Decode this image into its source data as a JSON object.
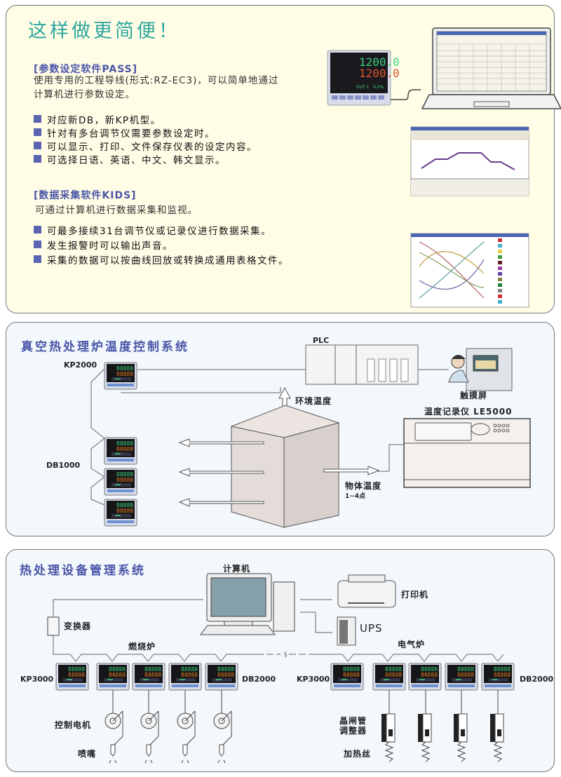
{
  "page": {
    "headline": "这样做更简便！",
    "pass": {
      "heading": "[参数设定软件PASS]",
      "desc_line1": "使用专用的工程导线(形式:RZ-EC3)，可以简单地通过",
      "desc_line2": "计算机进行参数设定。",
      "bullets": [
        "对应新DB，新KP机型。",
        "针对有多台调节仪需要参数设定时。",
        "可以显示、打印、文件保存仪表的设定内容。",
        "可选择日语、英语、中文、韩文显示。"
      ],
      "controller_display": {
        "pv": "1200.0",
        "sv": "1200.0",
        "out": "OUT 1",
        "pct": "0.0%"
      }
    },
    "kids": {
      "heading": "[数据采集软件KIDS]",
      "desc": "可通过计算机进行数据采集和监视。",
      "bullets": [
        "可最多接续31台调节仪或记录仪进行数据采集。",
        "发生报警时可以输出声音。",
        "采集的数据可以按曲线回放或转换成通用表格文件。"
      ]
    }
  },
  "vacuum": {
    "title": "真空热处理炉温度控制系统",
    "kp2000": "KP2000",
    "db1000": "DB1000",
    "plc": "PLC",
    "touch": "触摸屏",
    "ambient": "环境温度",
    "recorder": "温度记录仪 LE5000",
    "object_temp": "物体温度",
    "points": "1~4点",
    "digits": "88888"
  },
  "mgmt": {
    "title": "热处理设备管理系统",
    "computer": "计算机",
    "printer": "打印机",
    "ups": "UPS",
    "converter": "变换器",
    "combustion": "燃烧炉",
    "electric": "电气炉",
    "kp3000": "KP3000",
    "db2000": "DB2000",
    "motor": "控制电机",
    "nozzle": "喷嘴",
    "thyristor_1": "晶闸管",
    "thyristor_2": "调整器",
    "heater": "加热丝",
    "break_mark": "§"
  },
  "colors": {
    "accent_teal": "#2fa6a0",
    "accent_blue": "#4a56a8",
    "bullet": "#5a64b0",
    "led_green": "#3bd07a",
    "led_orange": "#e07a20"
  }
}
